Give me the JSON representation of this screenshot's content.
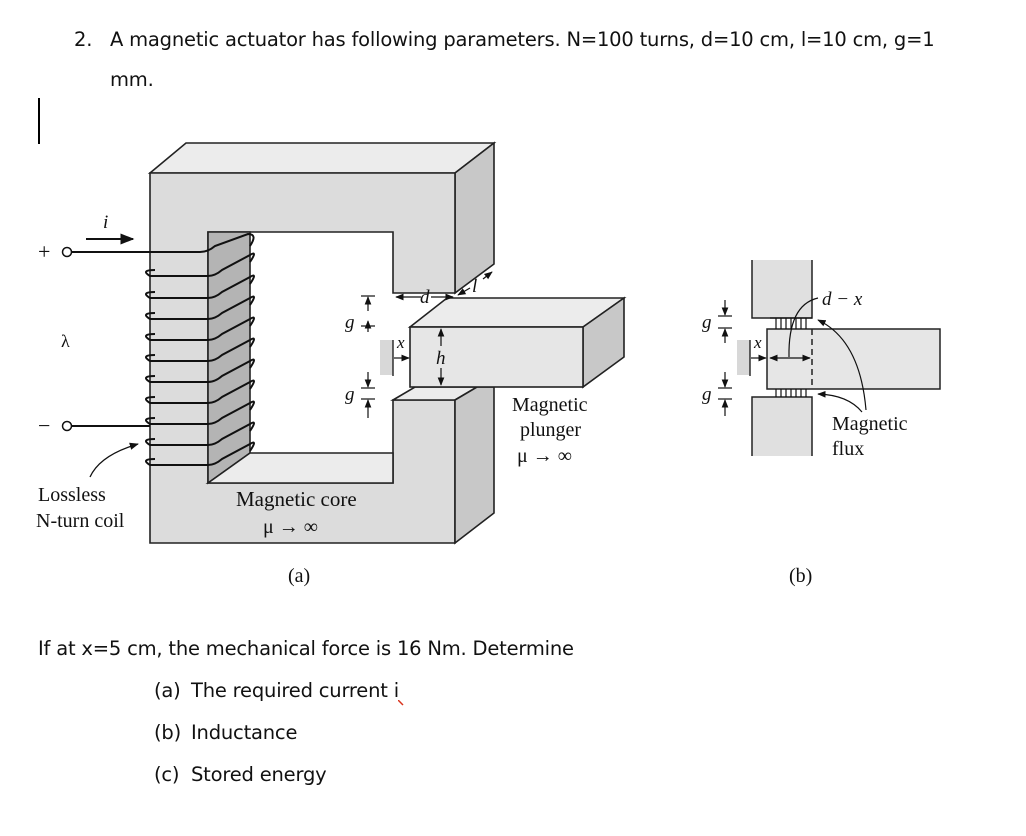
{
  "problem": {
    "number": "2.",
    "statement_line1": "A magnetic actuator has following parameters. N=100 turns, d=10 cm, l=10 cm, g=1",
    "statement_line2": "mm.",
    "condition": "If at x=5 cm, the mechanical force is 16 Nm. Determine",
    "parts": [
      {
        "label": "(a)",
        "text": "The required current i"
      },
      {
        "label": "(b)",
        "text": "Inductance"
      },
      {
        "label": "(c)",
        "text": "Stored energy"
      }
    ]
  },
  "figure_a": {
    "caption": "(a)",
    "current_label": "i",
    "plus_terminal": "+",
    "minus_terminal": "−",
    "flux_linkage_label": "λ",
    "coil_label_line1": "Lossless",
    "coil_label_line2": "N-turn coil",
    "core_label_line1": "Magnetic core",
    "core_label_line2": "μ → ∞",
    "plunger_label_line1": "Magnetic",
    "plunger_label_line2": "plunger",
    "plunger_label_line3": "μ → ∞",
    "dim_d": "d",
    "dim_l": "l",
    "dim_g_top": "g",
    "dim_g_bottom": "g",
    "dim_x": "x",
    "dim_h": "h"
  },
  "figure_b": {
    "caption": "(b)",
    "dim_d_minus_x": "d − x",
    "dim_g_top": "g",
    "dim_g_bottom": "g",
    "dim_x": "x",
    "flux_label_line1": "Magnetic",
    "flux_label_line2": "flux"
  },
  "colors": {
    "core_front": "#dcdcdc",
    "core_top": "#ececec",
    "core_side": "#c8c8c8",
    "core_inner": "#b4b4b4",
    "spellcheck": "#d9331c"
  }
}
